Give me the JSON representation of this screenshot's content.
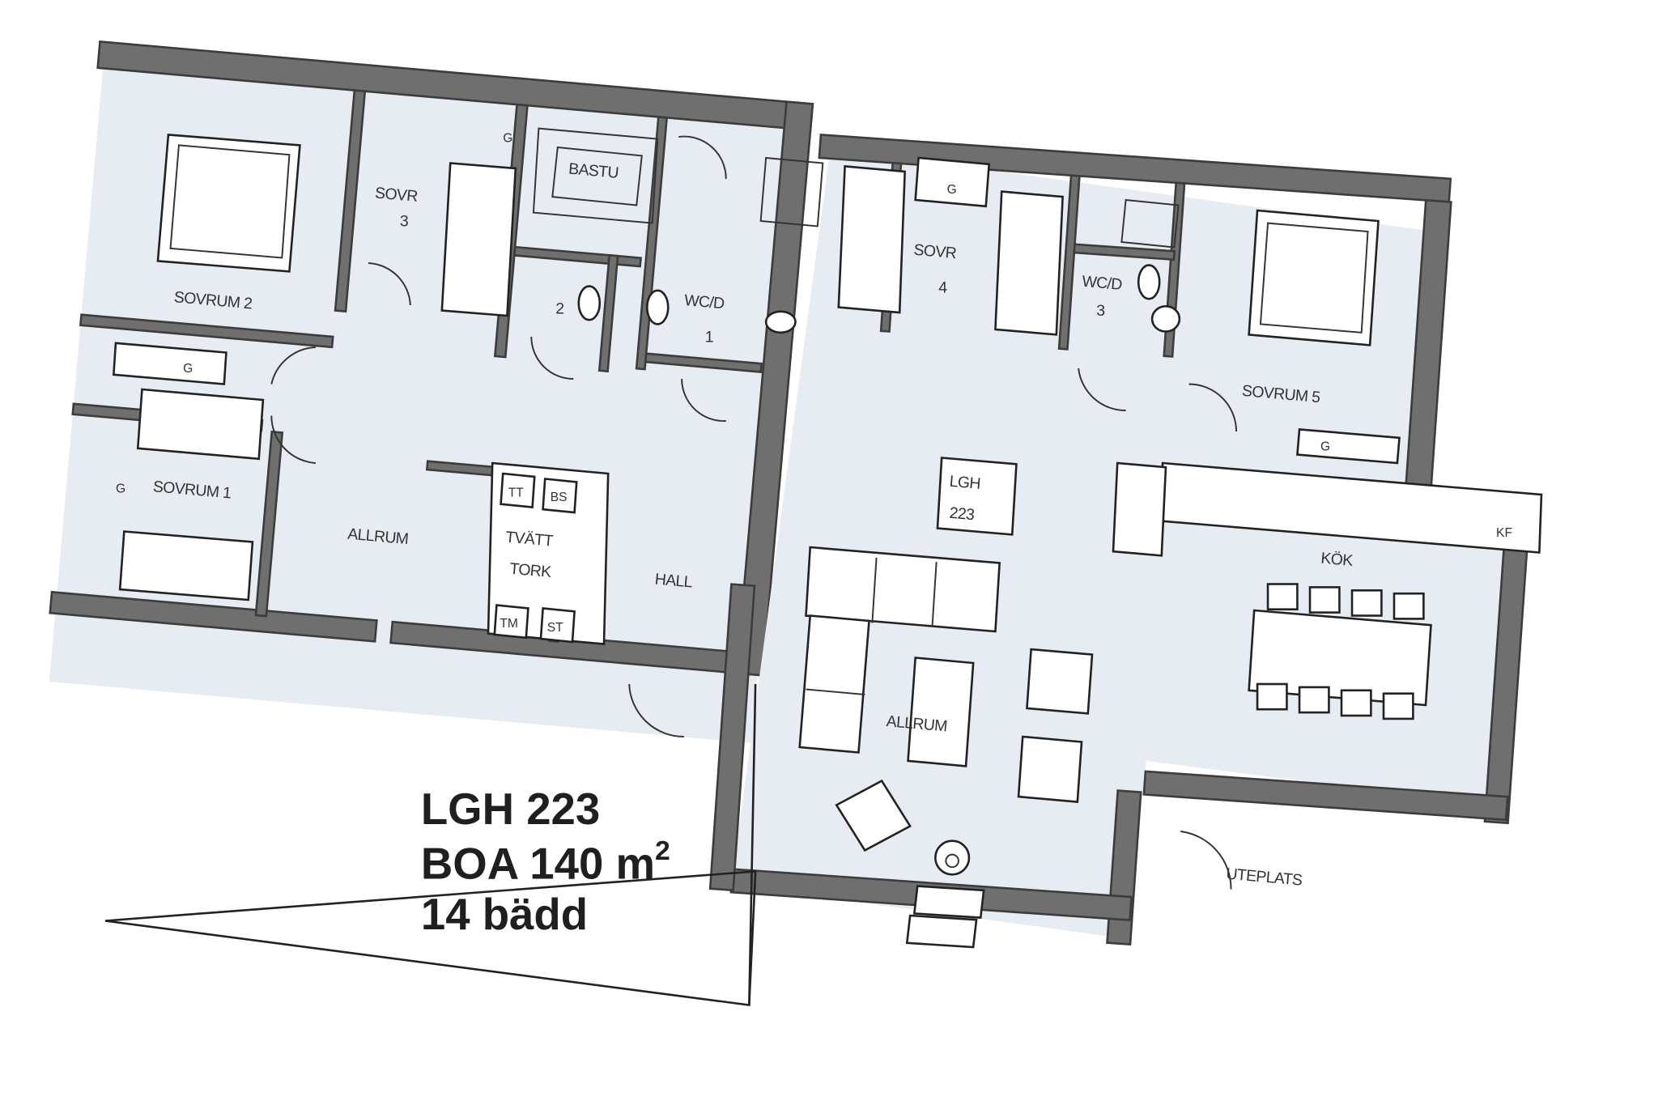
{
  "summary": {
    "apartment": "LGH 223",
    "area_prefix": "BOA 140 m",
    "area_sup": "2",
    "beds": "14 bädd"
  },
  "rooms": {
    "sovrum2": "SOVRUM 2",
    "sovrum3_a": "SOVR",
    "sovrum3_b": "3",
    "bastu": "BASTU",
    "wc2": "2",
    "wcd1_a": "WC/D",
    "wcd1_b": "1",
    "sovrum4_a": "SOVR",
    "sovrum4_b": "4",
    "wcd3_a": "WC/D",
    "wcd3_b": "3",
    "sovrum5": "SOVRUM 5",
    "sovrum1": "SOVRUM 1",
    "allrum_left": "ALLRUM",
    "tvatt_a": "TVÄTT",
    "tvatt_b": "TORK",
    "hall": "HALL",
    "lgh_a": "LGH",
    "lgh_b": "223",
    "kok": "KÖK",
    "allrum_main": "ALLRUM",
    "uteplats": "UTEPLATS"
  },
  "fixtures": {
    "g": "G",
    "tt": "TT",
    "bs": "BS",
    "tm": "TM",
    "st": "ST",
    "kf": "KF"
  },
  "colors": {
    "wall": "#6f6f6f",
    "floor": "#e7ecf3",
    "furniture": "#ffffff"
  }
}
